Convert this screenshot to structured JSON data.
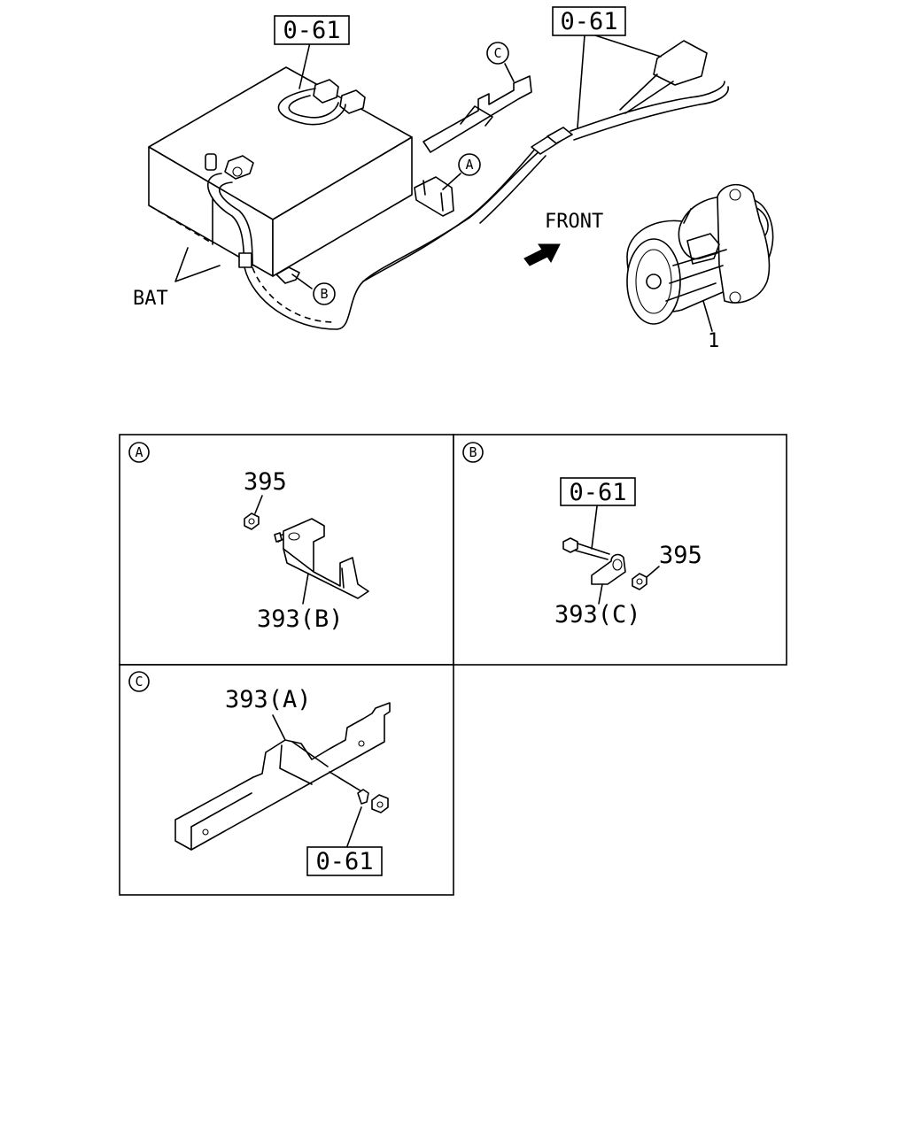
{
  "labels": {
    "ref_top_left": "0-61",
    "ref_top_right": "0-61",
    "callout_c": "C",
    "callout_a": "A",
    "callout_b": "B",
    "front": "FRONT",
    "bat": "BAT",
    "starter_num": "1"
  },
  "panel_a": {
    "tag": "A",
    "nut": "395",
    "bracket": "393(B)"
  },
  "panel_b": {
    "tag": "B",
    "ref": "0-61",
    "nut": "395",
    "bracket": "393(C)"
  },
  "panel_c": {
    "tag": "C",
    "bracket": "393(A)",
    "ref": "0-61"
  }
}
